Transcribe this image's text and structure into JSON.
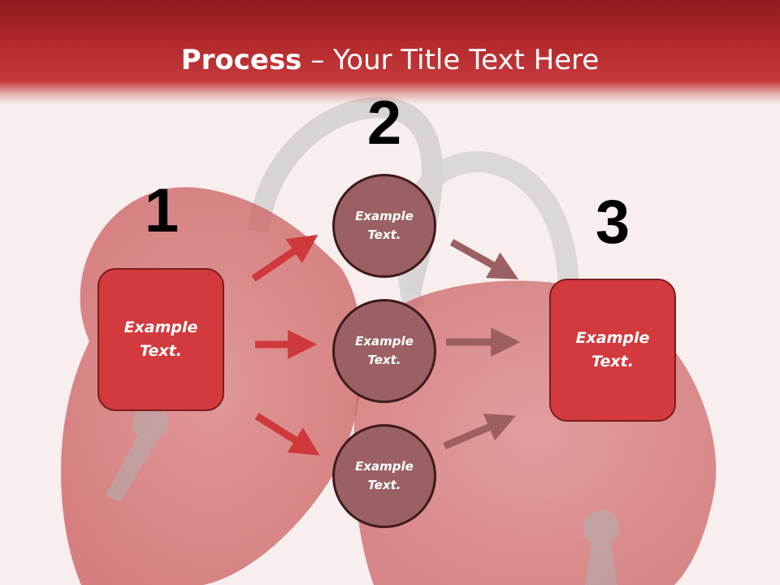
{
  "title": {
    "bold": "Process",
    "rest": " – Your Title Text Here"
  },
  "steps": {
    "one": "1",
    "two": "2",
    "three": "3"
  },
  "left_box": {
    "text": "Example Text."
  },
  "right_box": {
    "text": "Example Text."
  },
  "circles": [
    {
      "text": "Example Text."
    },
    {
      "text": "Example Text."
    },
    {
      "text": "Example Text."
    }
  ],
  "colors": {
    "header": "#b52a2d",
    "box": "#d23a3e",
    "circle": "#9a6063",
    "arrow_left": "#d0393c",
    "arrow_right": "#9c6062"
  }
}
